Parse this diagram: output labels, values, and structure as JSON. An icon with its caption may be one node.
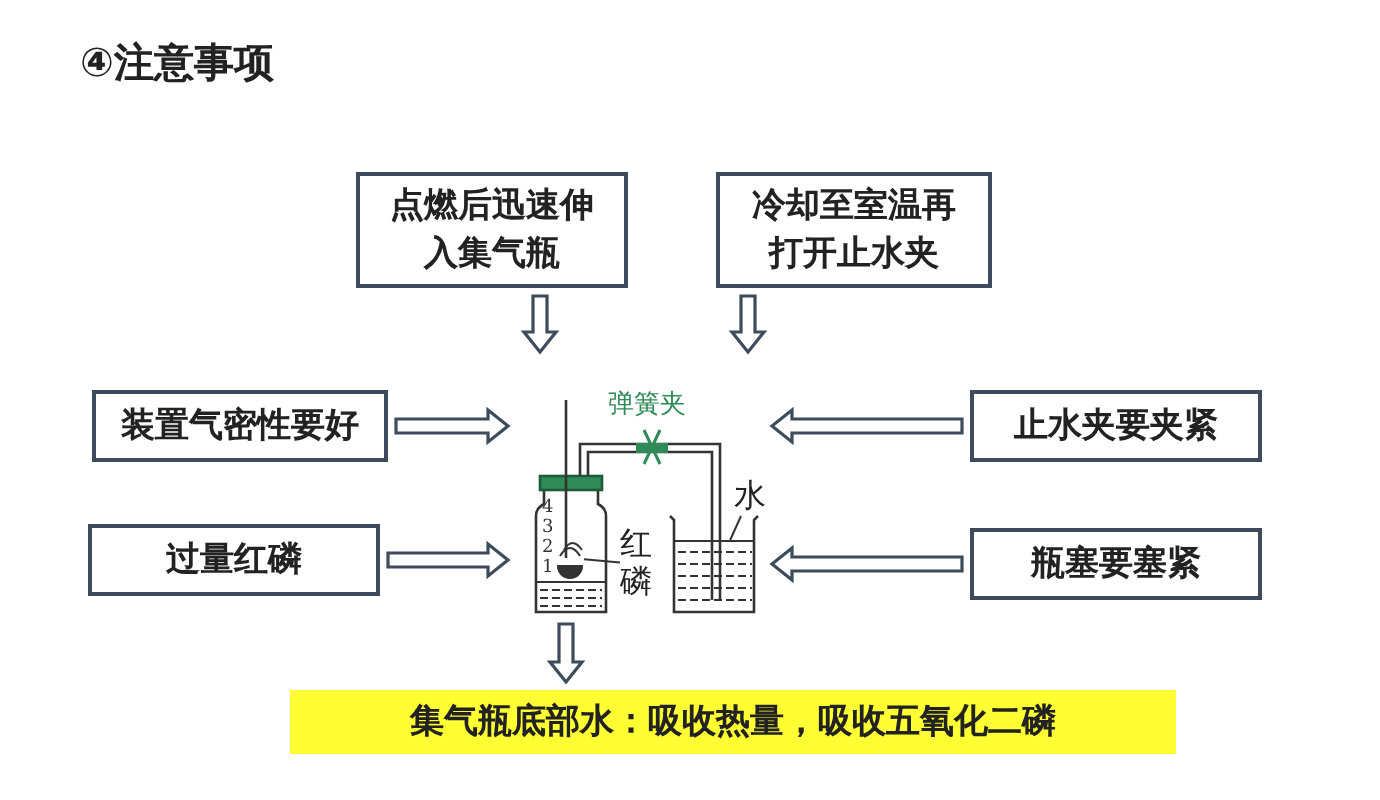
{
  "diagram": {
    "title": "④注意事项",
    "nodes": [
      {
        "text": [
          "点燃后迅速伸入集气瓶"
        ]
      },
      {
        "text": [
          "冷却至室温再打开止水夹"
        ]
      },
      {
        "text": [
          "装置气密性要好"
        ]
      },
      {
        "text": [
          "止水夹要夹紧"
        ]
      },
      {
        "text": [
          "过量红磷"
        ]
      },
      {
        "text": [],
        "shape": "picture"
      },
      {
        "text": [
          "瓶塞要塞紧"
        ]
      },
      {
        "text": [
          "集气瓶底部水：吸收热量，吸收五氧化二磷"
        ]
      },
      {
        "text": [
          "红磷"
        ],
        "in": 5
      },
      {
        "text": [
          "水"
        ],
        "in": 5
      },
      {
        "text": [],
        "shape": "picture",
        "in": 5
      },
      {
        "text": [],
        "shape": "picture",
        "in": 5
      }
    ],
    "edges": [
      {
        "from": 0,
        "to": 5,
        "arrow": "to"
      },
      {
        "from": 1,
        "to": 5,
        "arrow": "to"
      },
      {
        "from": 2,
        "to": 5,
        "arrow": "to"
      },
      {
        "from": 3,
        "to": 5,
        "arrow": "to"
      },
      {
        "from": 4,
        "to": 5,
        "arrow": "to"
      },
      {
        "from": 6,
        "to": 5,
        "arrow": "to"
      },
      {
        "from": 5,
        "to": 7,
        "arrow": "to"
      },
      {
        "from": 8,
        "to": 10,
        "arrow": "none"
      },
      {
        "from": 9,
        "to": 11,
        "arrow": "none"
      }
    ],
    "labels": [
      "弹簧夹",
      "4",
      "3",
      "2",
      "1"
    ]
  }
}
